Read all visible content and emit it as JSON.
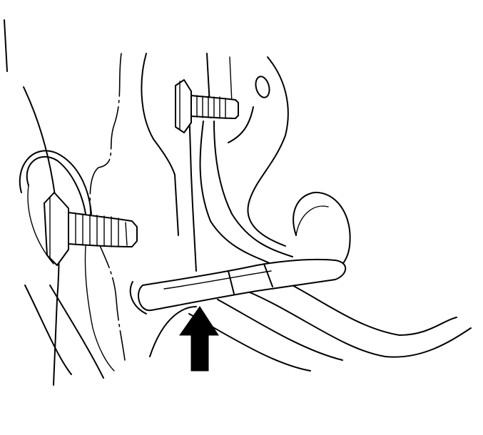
{
  "figure": {
    "style": "black line-art technical illustration, no printed text",
    "parts": {
      "upper_bolt": "bolt",
      "lower_bolt": "bolt",
      "rod": "rod",
      "arrow": "arrow"
    },
    "colors": {
      "line": "#000000",
      "background": "#ffffff",
      "arrow": "#000000"
    }
  }
}
